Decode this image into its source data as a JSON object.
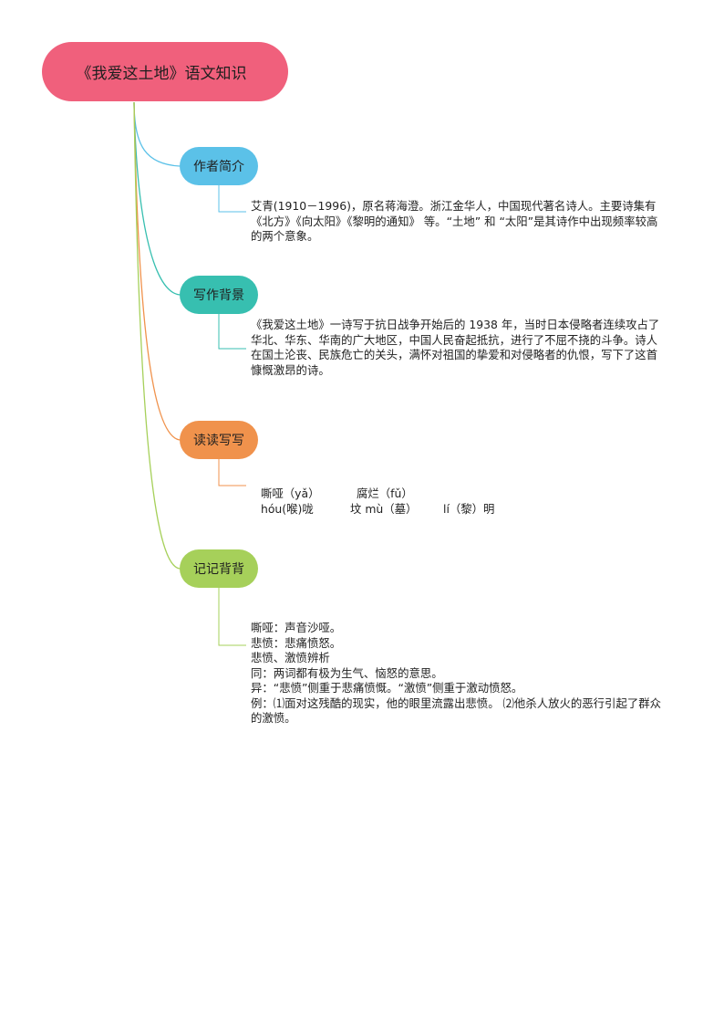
{
  "title": "《我爱这土地》语文知识",
  "topics": [
    {
      "label": "作者简介",
      "color": "#5bc1e8"
    },
    {
      "label": "写作背景",
      "color": "#37bfb0"
    },
    {
      "label": "读读写写",
      "color": "#f0924c"
    },
    {
      "label": "记记背背",
      "color": "#a6d05a"
    }
  ],
  "root_color": "#f0607c",
  "author_note": "艾青(1910－1996)，原名蒋海澄。浙江金华人，中国现代著名诗人。主要诗集有《北方》《向太阳》《黎明的通知》 等。“土地” 和 “太阳”是其诗作中出现频率较高的两个意象。",
  "background_note": "《我爱这土地》一诗写于抗日战争开始后的 1938 年，当时日本侵略者连续攻占了华北、华东、华南的广大地区，中国人民奋起抵抗，进行了不屈不挠的斗争。诗人在国土沦丧、民族危亡的关头，满怀对祖国的挚爱和对侵略者的仇恨，写下了这首慷慨激昂的诗。",
  "read_write": [
    "嘶哑（yǎ）",
    "腐烂（fǔ）",
    "hóu(喉)咙",
    "坟 mù（墓）",
    "lí（黎）明"
  ],
  "memorize": [
    "嘶哑：声音沙哑。",
    "悲愤：悲痛愤怒。",
    "悲愤、激愤辨析",
    "同：两词都有极为生气、恼怒的意思。",
    "异：“悲愤”侧重于悲痛愤慨。“激愤”侧重于激动愤怒。",
    "例：⑴面对这残酷的现实，他的眼里流露出悲愤。 ⑵他杀人放火的恶行引起了群众的激愤。"
  ]
}
